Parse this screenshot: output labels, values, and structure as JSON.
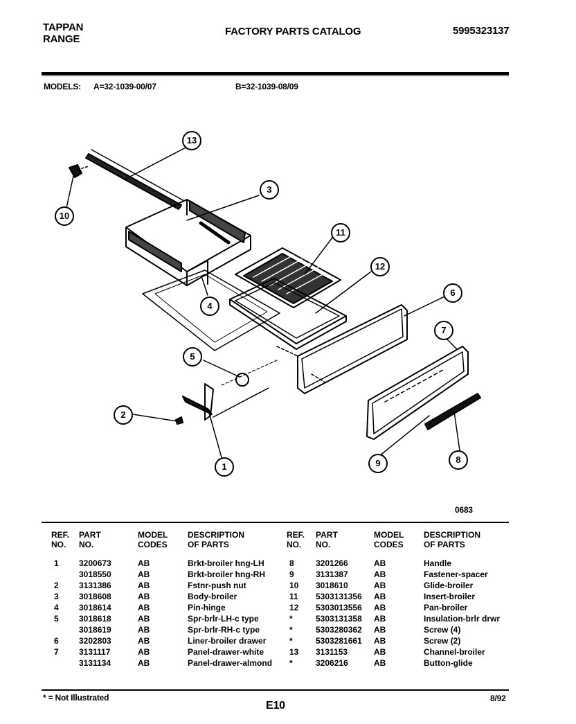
{
  "header": {
    "brand_line1": "TAPPAN",
    "brand_line2": "RANGE",
    "catalog_title": "FACTORY PARTS CATALOG",
    "catalog_number": "5995323137",
    "models_label": "MODELS:",
    "model_a": "A=32-1039-00/07",
    "model_b": "B=32-1039-08/09"
  },
  "diagram": {
    "callouts": [
      "13",
      "3",
      "10",
      "11",
      "12",
      "4",
      "6",
      "7",
      "5",
      "2",
      "1",
      "9",
      "8"
    ],
    "figure_code": "0683"
  },
  "table": {
    "headers": {
      "ref_no": [
        "REF.",
        "NO."
      ],
      "part_no": [
        "PART",
        "NO."
      ],
      "model_codes": [
        "MODEL",
        "CODES"
      ],
      "description": [
        "DESCRIPTION",
        "OF PARTS"
      ]
    },
    "left_rows": [
      {
        "ref": "1",
        "part": "3200673",
        "codes": "AB",
        "desc": "Brkt-broiler hng-LH"
      },
      {
        "ref": "",
        "part": "3018550",
        "codes": "AB",
        "desc": "Brkt-broiler hng-RH"
      },
      {
        "ref": "2",
        "part": "3131386",
        "codes": "AB",
        "desc": "Fstnr-push nut"
      },
      {
        "ref": "3",
        "part": "3018608",
        "codes": "AB",
        "desc": "Body-broiler"
      },
      {
        "ref": "4",
        "part": "3018614",
        "codes": "AB",
        "desc": "Pin-hinge"
      },
      {
        "ref": "5",
        "part": "3018618",
        "codes": "AB",
        "desc": "Spr-brlr-LH-c type"
      },
      {
        "ref": "",
        "part": "3018619",
        "codes": "AB",
        "desc": "Spr-brlr-RH-c type"
      },
      {
        "ref": "6",
        "part": "3202803",
        "codes": "AB",
        "desc": "Liner-broiler drawer"
      },
      {
        "ref": "7",
        "part": "3131117",
        "codes": "AB",
        "desc": "Panel-drawer-white"
      },
      {
        "ref": "",
        "part": "3131134",
        "codes": "AB",
        "desc": "Panel-drawer-almond"
      }
    ],
    "right_rows": [
      {
        "ref": "8",
        "part": "3201266",
        "codes": "AB",
        "desc": "Handle"
      },
      {
        "ref": "9",
        "part": "3131387",
        "codes": "AB",
        "desc": "Fastener-spacer"
      },
      {
        "ref": "10",
        "part": "3018610",
        "codes": "AB",
        "desc": "Glide-broiler"
      },
      {
        "ref": "11",
        "part": "5303131356",
        "codes": "AB",
        "desc": "Insert-broiler"
      },
      {
        "ref": "12",
        "part": "5303013556",
        "codes": "AB",
        "desc": "Pan-broiler"
      },
      {
        "ref": "*",
        "part": "5303131358",
        "codes": "AB",
        "desc": "Insulation-brlr drwr"
      },
      {
        "ref": "*",
        "part": "5303280362",
        "codes": "AB",
        "desc": "Screw (4)"
      },
      {
        "ref": "*",
        "part": "5303281661",
        "codes": "AB",
        "desc": "Screw (2)"
      },
      {
        "ref": "13",
        "part": "3131153",
        "codes": "AB",
        "desc": "Channel-broiler"
      },
      {
        "ref": "*",
        "part": "3206216",
        "codes": "AB",
        "desc": "Button-glide"
      }
    ]
  },
  "footer": {
    "note": "* = Not Illustrated",
    "page": "E10",
    "date": "8/92"
  }
}
